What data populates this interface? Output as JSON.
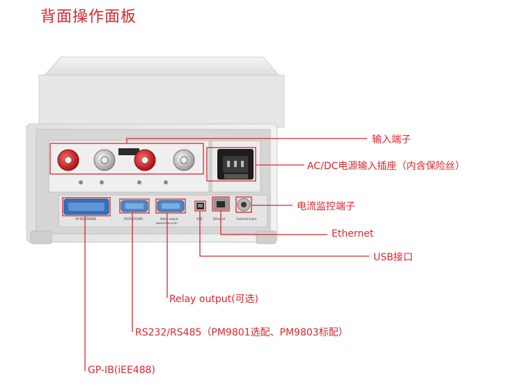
{
  "title": "背面操作面板",
  "labels": {
    "input_terminals": "输入端子",
    "ac_dc_power": "AC/DC电源输入插座（内含保险丝）",
    "current_monitor": "电流监控端子",
    "ethernet": "Ethernet",
    "usb": "USB接口",
    "relay_output": "Relay output(可选)",
    "rs232_rs485": "RS232/RS485（PM9801选配、PM9803标配）",
    "gpib": "GP-IB(iEE488)"
  },
  "colors": {
    "accent": "#d9262c"
  }
}
